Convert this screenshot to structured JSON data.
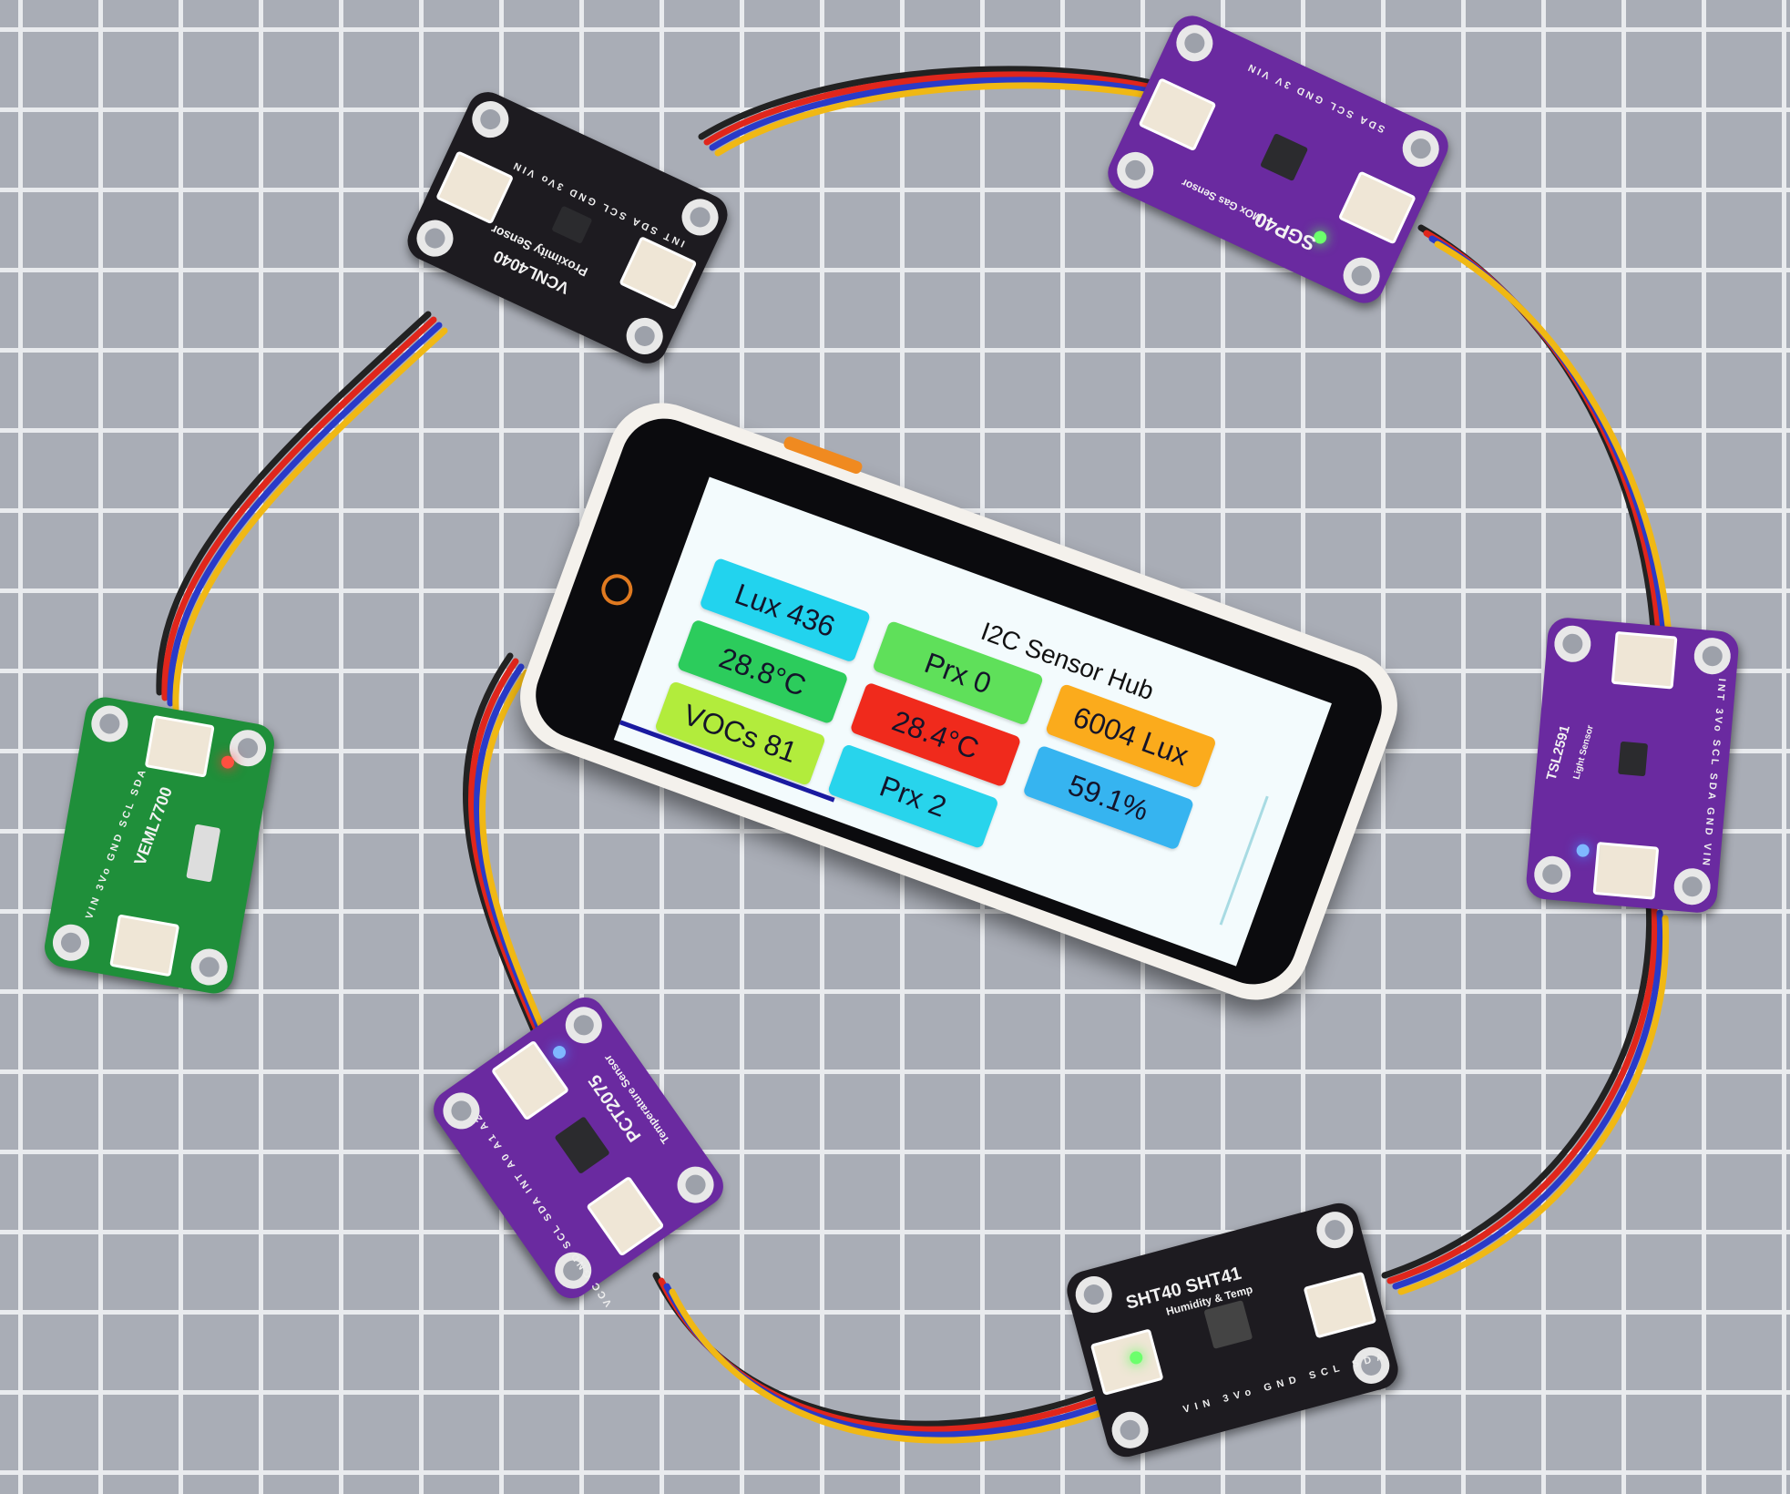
{
  "screen": {
    "title": "I2C Sensor Hub",
    "tiles": [
      {
        "label": "Lux 436",
        "color": "#22d3ee"
      },
      {
        "label": "Prx 0",
        "color": "#5fe05a"
      },
      {
        "label": "6004 Lux",
        "color": "#fbab1c"
      },
      {
        "label": "28.8°C",
        "color": "#2ccc5c"
      },
      {
        "label": "28.4°C",
        "color": "#f02a1c"
      },
      {
        "label": "59.1%",
        "color": "#36b4f0"
      },
      {
        "label": "VOCs 81",
        "color": "#b2ec3c"
      },
      {
        "label": "Prx 2",
        "color": "#28d4ec"
      }
    ]
  },
  "boards": {
    "vcnl": {
      "name": "VCNL4040",
      "sub": "Proximity Sensor",
      "pins": "INT SDA SCL GND 3Vo VIN"
    },
    "sgp": {
      "name": "SGP40",
      "sub": "MOx Gas Sensor",
      "pins": "SDA SCL GND 3V VIN"
    },
    "tsl": {
      "name": "TSL2591",
      "sub": "Light Sensor",
      "pins": "INT 3Vo SCL SDA GND VIN"
    },
    "sht": {
      "name": "SHT40 SHT41",
      "sub": "Humidity & Temp",
      "pins": "VIN 3Vo GND SCL SDA"
    },
    "pct": {
      "name": "PCT2075",
      "sub": "Temperature Sensor",
      "pins": "VCC GND SCL SDA INT A0 A1 A2"
    },
    "veml": {
      "name": "VEML7700",
      "pins": "VIN 3Vo GND SCL SDA"
    }
  }
}
